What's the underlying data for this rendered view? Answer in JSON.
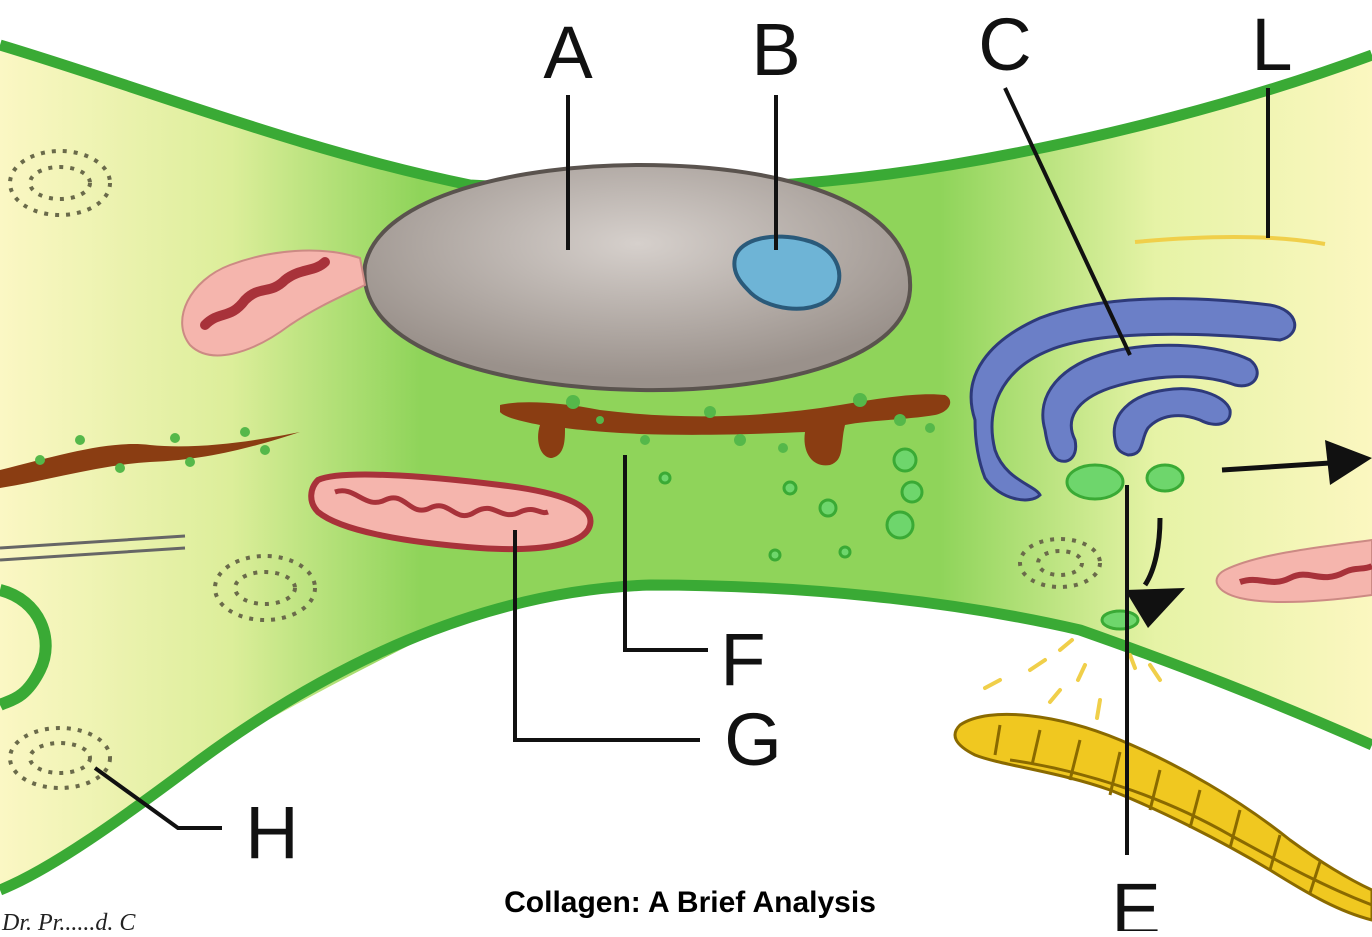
{
  "title": "Collagen: A Brief Analysis",
  "credit": "Dr. Pr......d. C",
  "labels": {
    "A": "A",
    "B": "B",
    "C": "C",
    "E": "E",
    "F": "F",
    "G": "G",
    "H": "H",
    "L": "L"
  },
  "colors": {
    "cytoplasm": "#8fd45a",
    "membrane": "#3aaa35",
    "extracellular": "#fbf7c0",
    "nucleus": "#a39a94",
    "nucleolus": "#6eb4d6",
    "golgi": "#6b7fc7",
    "mitochondria_fill": "#f5b5ad",
    "mitochondria_cristae": "#a8323a",
    "rough_er": "#8a3d12",
    "vesicle": "#5cc560",
    "collagen_fibre": "#f0c820",
    "leader_line": "#111111"
  }
}
